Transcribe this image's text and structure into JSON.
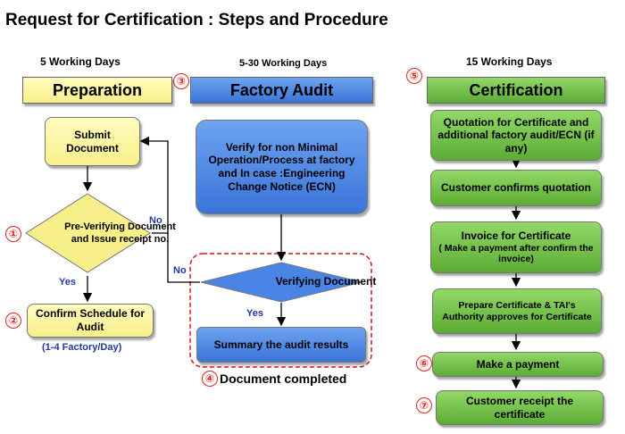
{
  "title": "Request for Certification : Steps and Procedure",
  "columns": {
    "preparation": {
      "days": "5 Working Days",
      "header": "Preparation"
    },
    "audit": {
      "days": "5-30 Working Days",
      "header": "Factory Audit",
      "step": "③"
    },
    "certification": {
      "days": "15 Working Days",
      "header": "Certification",
      "step": "⑤"
    }
  },
  "preparation": {
    "submit": "Submit Document",
    "preverify": "Pre-Verifying Document and Issue receipt no.",
    "preverify_step": "①",
    "confirm": "Confirm Schedule for Audit",
    "confirm_step": "②",
    "rate": "(1-4 Factory/Day)",
    "yes": "Yes",
    "no": "No"
  },
  "audit": {
    "verify_ops": "Verify for non Minimal Operation/Process at factory and In case :Engineering Change Notice (ECN)",
    "verifying": "Verifying Document",
    "summary": "Summary the audit results",
    "yes": "Yes",
    "no": "No",
    "completed_step": "④",
    "completed": "Document completed"
  },
  "certification": {
    "quotation": "Quotation for Certificate and additional factory audit/ECN (if any)",
    "confirms": "Customer confirms quotation",
    "invoice_title": "Invoice for Certificate",
    "invoice_note": "( Make a payment after confirm the invoice)",
    "prepare": "Prepare Certificate & TAI's Authority approves for Certificate",
    "payment": "Make a payment",
    "payment_step": "⑥",
    "receipt": "Customer receipt the certificate",
    "receipt_step": "⑦"
  },
  "colors": {
    "yellow": "#f7ef8a",
    "blue": "#3a74d8",
    "green": "#5cac34",
    "step_red": "#e8201a",
    "label_blue": "#2038a0"
  }
}
